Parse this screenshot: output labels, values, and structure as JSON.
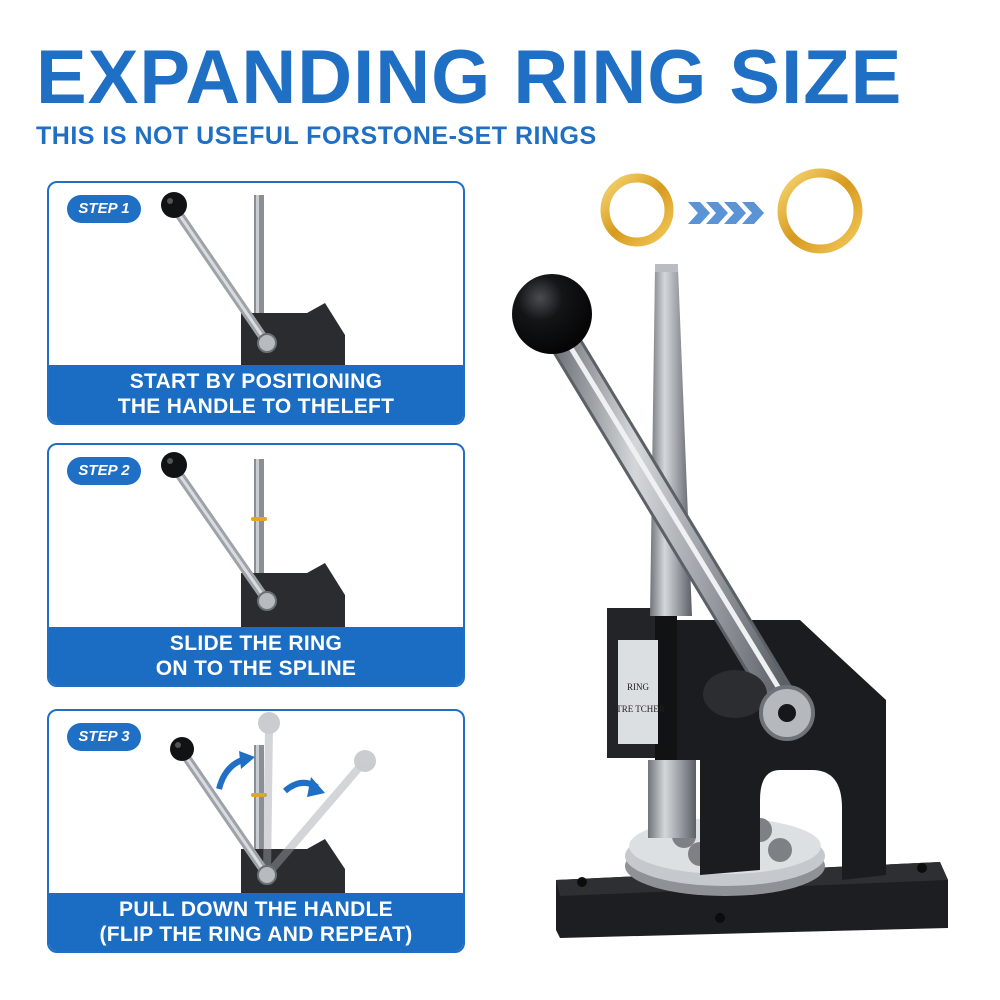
{
  "header": {
    "title": "EXPANDING RING SIZE",
    "subtitle": "THIS IS NOT USEFUL FORSTONE-SET RINGS"
  },
  "steps": [
    {
      "badge": "STEP 1",
      "line1": "START BY POSITIONING",
      "line2": "THE HANDLE TO THELEFT"
    },
    {
      "badge": "STEP 2",
      "line1": "SLIDE THE RING",
      "line2": "ON TO THE SPLINE"
    },
    {
      "badge": "STEP 3",
      "line1": "PULL DOWN THE HANDLE",
      "line2": "(FLIP THE RING AND REPEAT)"
    }
  ],
  "product": {
    "label_line1": "RING",
    "label_line2": "STRE TCHER"
  },
  "colors": {
    "brand_blue": "#1f6fc4",
    "gold": "#e0a820"
  }
}
